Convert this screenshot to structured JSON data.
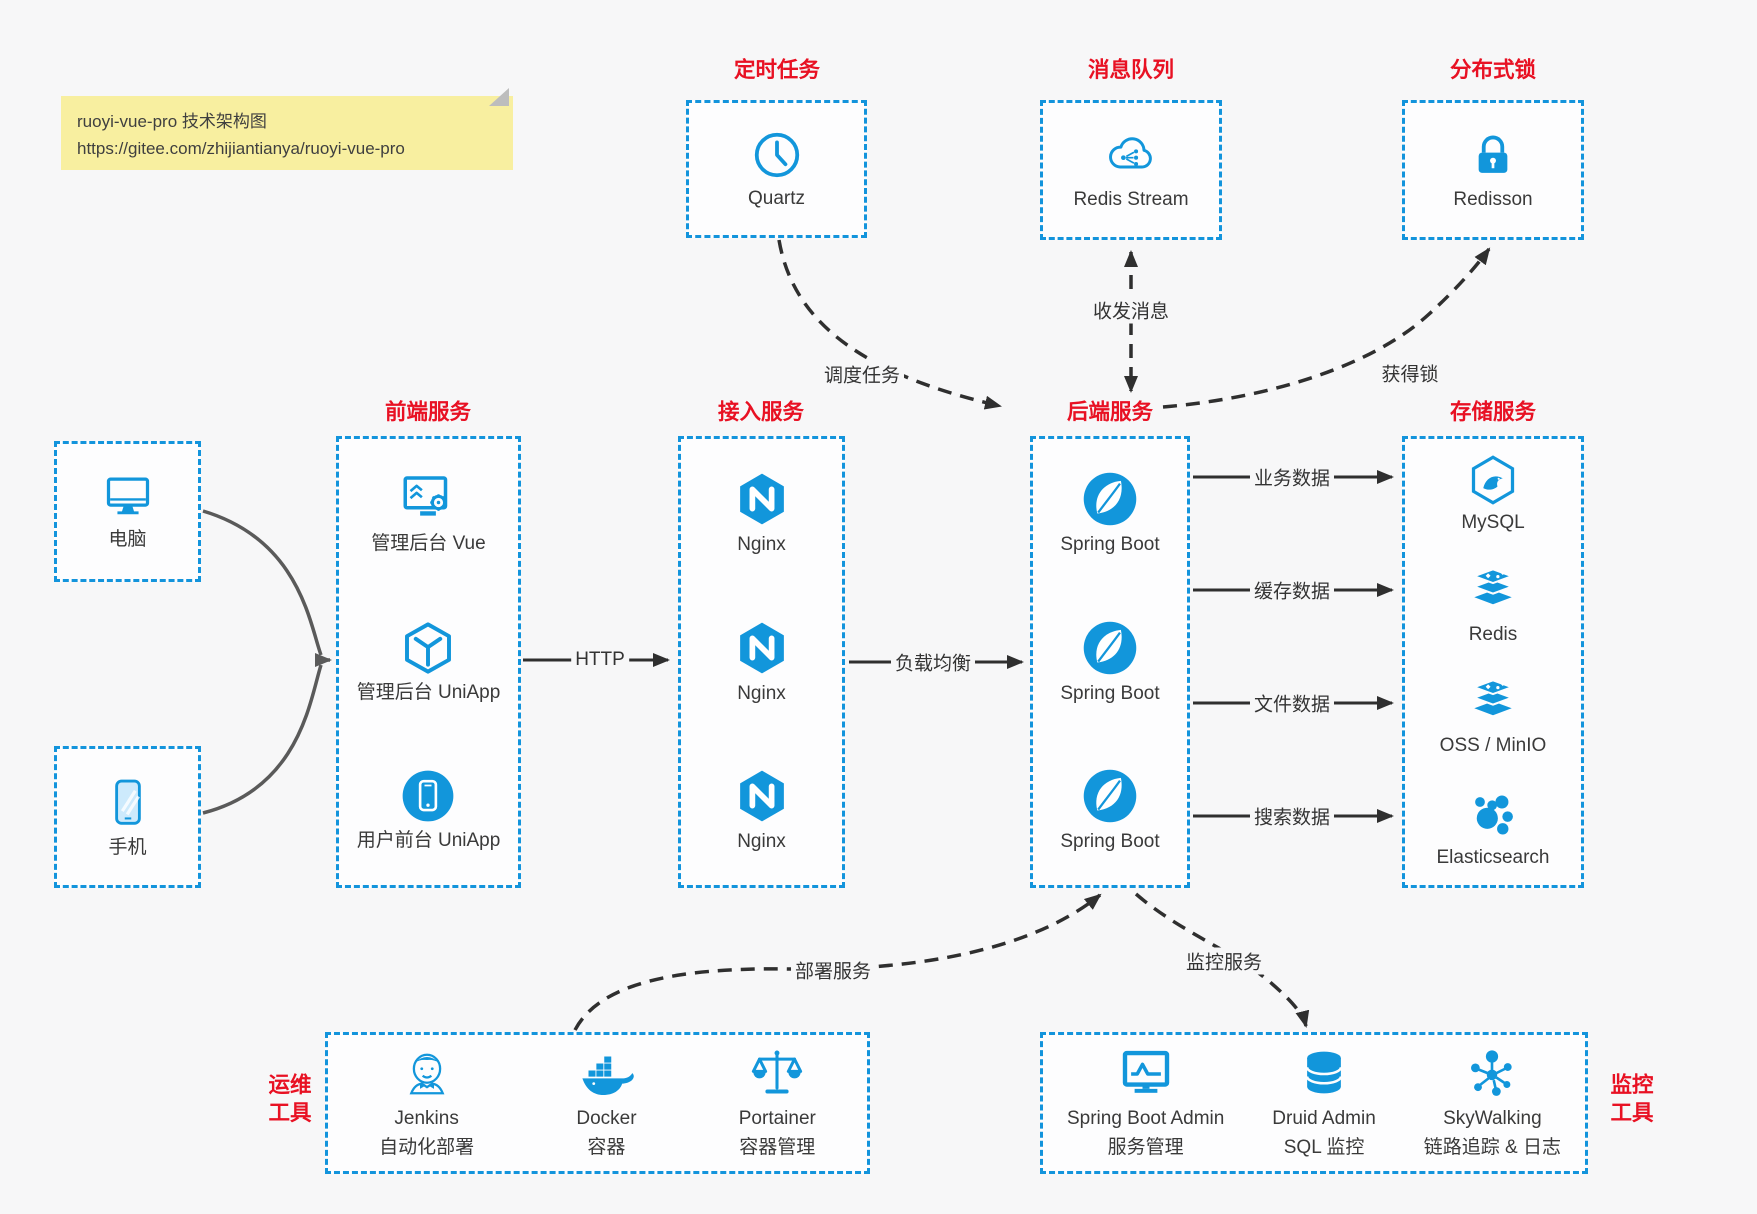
{
  "colors": {
    "accent": "#1296db",
    "title_red": "#e81123",
    "background": "#f7f7f8",
    "arrow": "#2f2f2f",
    "note_bg": "#f8efa0"
  },
  "note": {
    "line1": "ruoyi-vue-pro 技术架构图",
    "line2": "https://gitee.com/zhijiantianya/ruoyi-vue-pro"
  },
  "groups": {
    "scheduled": {
      "title": "定时任务",
      "items": [
        {
          "label": "Quartz",
          "icon": "clock-icon"
        }
      ]
    },
    "mq": {
      "title": "消息队列",
      "items": [
        {
          "label": "Redis Stream",
          "icon": "cloud-queue-icon"
        }
      ]
    },
    "lock": {
      "title": "分布式锁",
      "items": [
        {
          "label": "Redisson",
          "icon": "padlock-icon"
        }
      ]
    },
    "clients": {
      "items": [
        {
          "label": "电脑",
          "icon": "desktop-icon"
        },
        {
          "label": "手机",
          "icon": "smartphone-icon"
        }
      ]
    },
    "frontend": {
      "title": "前端服务",
      "items": [
        {
          "label": "管理后台 Vue",
          "icon": "admin-vue-icon"
        },
        {
          "label": "管理后台 UniApp",
          "icon": "uniapp-cube-icon"
        },
        {
          "label": "用户前台 UniApp",
          "icon": "user-uniapp-icon"
        }
      ]
    },
    "access": {
      "title": "接入服务",
      "items": [
        {
          "label": "Nginx",
          "icon": "nginx-icon"
        },
        {
          "label": "Nginx",
          "icon": "nginx-icon"
        },
        {
          "label": "Nginx",
          "icon": "nginx-icon"
        }
      ]
    },
    "backend": {
      "title": "后端服务",
      "items": [
        {
          "label": "Spring Boot",
          "icon": "spring-boot-icon"
        },
        {
          "label": "Spring Boot",
          "icon": "spring-boot-icon"
        },
        {
          "label": "Spring Boot",
          "icon": "spring-boot-icon"
        }
      ]
    },
    "storage": {
      "title": "存储服务",
      "items": [
        {
          "label": "MySQL",
          "icon": "mysql-icon"
        },
        {
          "label": "Redis",
          "icon": "redis-icon"
        },
        {
          "label": "OSS / MinIO",
          "icon": "object-storage-icon"
        },
        {
          "label": "Elasticsearch",
          "icon": "elasticsearch-icon"
        }
      ]
    },
    "ops": {
      "title": "运维工具",
      "title_line1": "运维",
      "title_line2": "工具",
      "items": [
        {
          "name": "Jenkins",
          "desc": "自动化部署"
        },
        {
          "name": "Docker",
          "desc": "容器"
        },
        {
          "name": "Portainer",
          "desc": "容器管理"
        }
      ]
    },
    "monitoring": {
      "title": "监控工具",
      "title_line1": "监控",
      "title_line2": "工具",
      "items": [
        {
          "name": "Spring Boot Admin",
          "desc": "服务管理"
        },
        {
          "name": "Druid Admin",
          "desc": "SQL 监控"
        },
        {
          "name": "SkyWalking",
          "desc": "链路追踪 & 日志"
        }
      ]
    }
  },
  "edges": {
    "http": "HTTP",
    "load_balance": "负载均衡",
    "schedule_job": "调度任务",
    "send_receive_message": "收发消息",
    "acquire_lock": "获得锁",
    "business_data": "业务数据",
    "cache_data": "缓存数据",
    "file_data": "文件数据",
    "search_data": "搜索数据",
    "deploy_service": "部署服务",
    "monitor_service": "监控服务"
  }
}
